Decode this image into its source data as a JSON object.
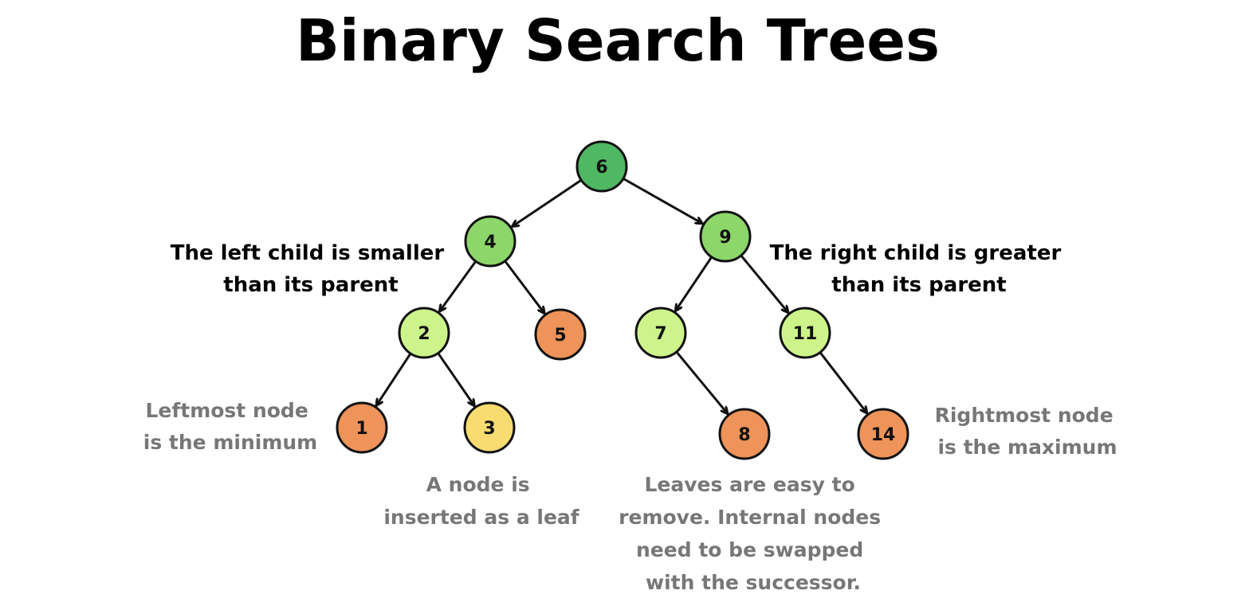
{
  "title": "Binary Search Trees",
  "colors": {
    "root": "#4fb862",
    "level1": "#8cd66a",
    "level2": "#ccf48b",
    "leaf": "#ee9359",
    "inserted": "#f8dc72",
    "note_dark": "#000000",
    "note_grey": "#777777"
  },
  "nodes": [
    {
      "id": "n6",
      "label": "6",
      "color": "root"
    },
    {
      "id": "n4",
      "label": "4",
      "color": "level1"
    },
    {
      "id": "n9",
      "label": "9",
      "color": "level1"
    },
    {
      "id": "n2",
      "label": "2",
      "color": "level2"
    },
    {
      "id": "n5",
      "label": "5",
      "color": "leaf"
    },
    {
      "id": "n7",
      "label": "7",
      "color": "level2"
    },
    {
      "id": "n11",
      "label": "11",
      "color": "level2"
    },
    {
      "id": "n1",
      "label": "1",
      "color": "leaf"
    },
    {
      "id": "n3",
      "label": "3",
      "color": "inserted"
    },
    {
      "id": "n8",
      "label": "8",
      "color": "leaf"
    },
    {
      "id": "n14",
      "label": "14",
      "color": "leaf"
    }
  ],
  "edges": [
    {
      "from": "n6",
      "to": "n4"
    },
    {
      "from": "n6",
      "to": "n9"
    },
    {
      "from": "n4",
      "to": "n2"
    },
    {
      "from": "n4",
      "to": "n5"
    },
    {
      "from": "n9",
      "to": "n7"
    },
    {
      "from": "n9",
      "to": "n11"
    },
    {
      "from": "n2",
      "to": "n1"
    },
    {
      "from": "n2",
      "to": "n3"
    },
    {
      "from": "n7",
      "to": "n8"
    },
    {
      "from": "n11",
      "to": "n14"
    }
  ],
  "notes": {
    "left_child": [
      "The left child is smaller",
      "than its parent"
    ],
    "right_child": [
      "The right child is greater",
      "than its parent"
    ],
    "leftmost": [
      "Leftmost node",
      "is the minimum"
    ],
    "rightmost": [
      "Rightmost node",
      "is the maximum"
    ],
    "inserted": [
      "A node is",
      "inserted as a leaf"
    ],
    "leaves": [
      "Leaves are easy to",
      "remove. Internal nodes",
      "need to be swapped",
      "with the successor."
    ]
  }
}
